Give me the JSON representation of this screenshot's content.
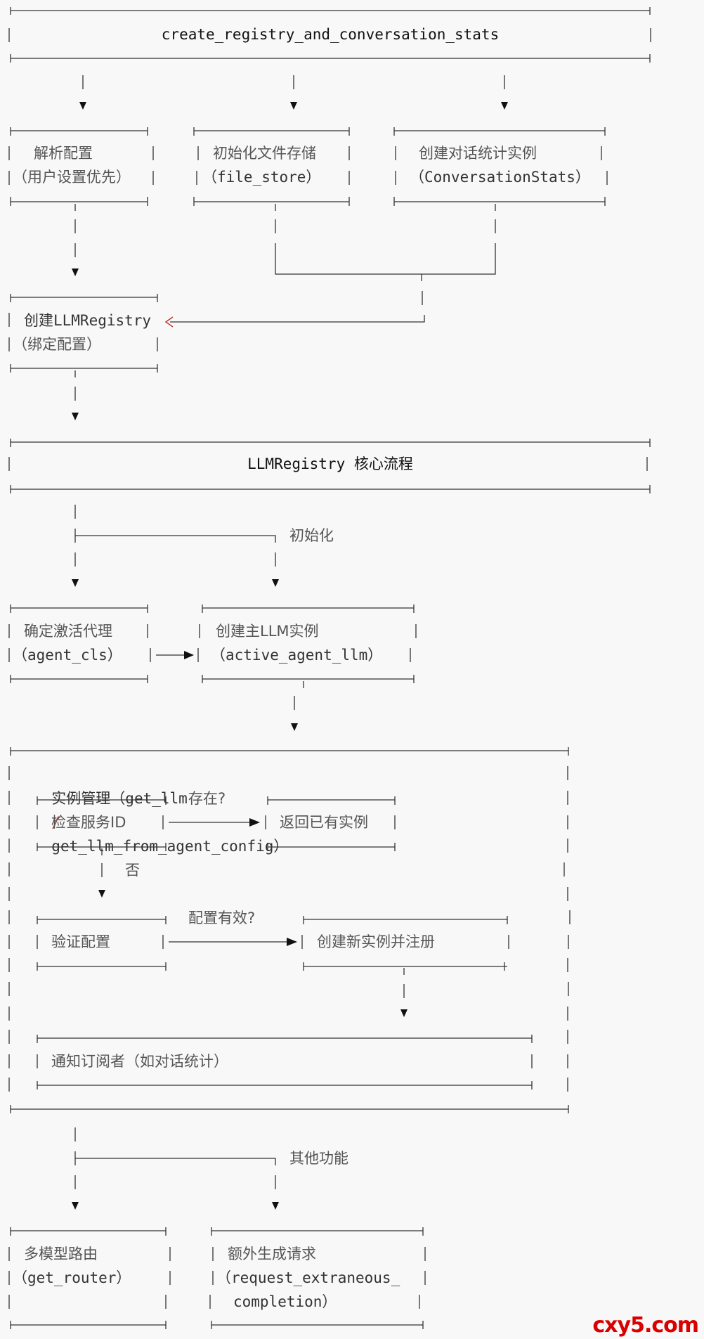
{
  "top": {
    "title": "create_registry_and_conversation_stats"
  },
  "step1": {
    "parse_config": {
      "line1": "解析配置",
      "line2": "（用户设置优先）"
    },
    "file_store": {
      "line1": "初始化文件存储",
      "line2": "（file_store）"
    },
    "conv_stats": {
      "line1": "创建对话统计实例",
      "line2": "（ConversationStats）"
    }
  },
  "registry": {
    "line1": "创建LLMRegistry",
    "line2": "（绑定配置）"
  },
  "core": {
    "title": "LLMRegistry 核心流程"
  },
  "init": {
    "label": "初始化",
    "agent": {
      "line1": "确定激活代理",
      "line2": "（agent_cls）"
    },
    "main_llm": {
      "line1": "创建主LLM实例",
      "line2": "（active_agent_llm）"
    }
  },
  "mgmt": {
    "title_prefix": "实例管理（get_llm",
    "title_sep": "/",
    "title_suffix": "get_llm_from_agent_config）",
    "check_id": "检查服务ID",
    "exists_q": "存在?",
    "return_existing": "返回已有实例",
    "no": "否",
    "validate": "验证配置",
    "valid_q": "配置有效?",
    "create_new": "创建新实例并注册",
    "notify": "通知订阅者（如对话统计）"
  },
  "other": {
    "label": "其他功能",
    "router": {
      "line1": "多模型路由",
      "line2": "（get_router）"
    },
    "extra": {
      "line1": "额外生成请求",
      "line2": "（request_extraneous_",
      "line3": "completion）"
    }
  },
  "watermark": "cxy5.com"
}
